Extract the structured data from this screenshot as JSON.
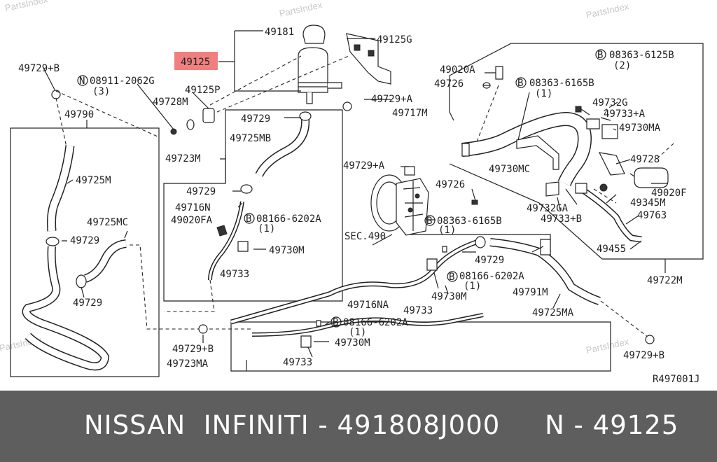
{
  "watermark": "PartsIndex",
  "diagram_ref": "R497001J",
  "highlight_color": "#f08080",
  "highlighted_part": "49125",
  "labels": {
    "l49181": "49181",
    "l49125G": "49125G",
    "l49125": "49125",
    "l49729B_top": "49729+B",
    "l08911": "08911-2062G",
    "l08911q": "(3)",
    "l49125P": "49125P",
    "l49728M": "49728M",
    "l49790": "49790",
    "l49729_a": "49729",
    "l49725MB": "49725MB",
    "l49723M": "49723M",
    "l49729_b": "49729",
    "l49716N": "49716N",
    "l49020FA": "49020FA",
    "l08166_a": "08166-6202A",
    "l08166_aq": "(1)",
    "l49730M_a": "49730M",
    "l49733_a": "49733",
    "l49725M": "49725M",
    "l49725MC": "49725MC",
    "l49729_c": "49729",
    "l49729_d": "49729",
    "l49729A_a": "49729+A",
    "l49717M": "49717M",
    "l49729A_b": "49729+A",
    "l49726_a": "49726",
    "l08363_a": "08363-6165B",
    "l08363_aq": "(1)",
    "lSEC490": "SEC.490",
    "l49020A": "49020A",
    "l49726_b": "49726",
    "l08363_b": "08363-6165B",
    "l08363_bq": "(1)",
    "l08363_c": "08363-6125B",
    "l08363_cq": "(2)",
    "l49732G": "49732G",
    "l49733A": "49733+A",
    "l49730MA": "49730MA",
    "l49730MC": "49730MC",
    "l49728": "49728",
    "l49020F": "49020F",
    "l49732GA": "49732GA",
    "l49733B": "49733+B",
    "l49345M": "49345M",
    "l49763": "49763",
    "l49455": "49455",
    "l49722M": "49722M",
    "l49729_e": "49729",
    "l08166_b": "08166-6202A",
    "l08166_bq": "(1)",
    "l49730M_b": "49730M",
    "l49733_b": "49733",
    "l49716NA": "49716NA",
    "l49791M": "49791M",
    "l49725MA": "49725MA",
    "l08166_c": "08166-6202A",
    "l08166_cq": "(1)",
    "l49730M_c": "49730M",
    "l49733_c": "49733",
    "l49729B_bl": "49729+B",
    "l49723MA": "49723MA",
    "l49729B_br": "49729+B"
  },
  "footer": {
    "text": "NISSAN  INFINITI - 491808J000     N - 49125",
    "background": "#5e5e5e",
    "color": "#ffffff"
  }
}
